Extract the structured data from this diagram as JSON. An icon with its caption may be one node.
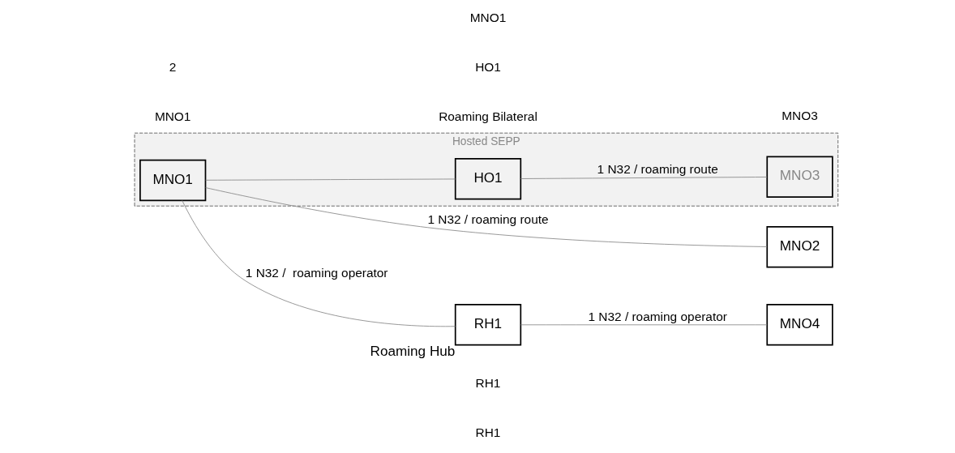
{
  "diagram": {
    "nodes": [
      {
        "text": [
          "MNO2"
        ]
      },
      {
        "text": [
          "Hosted SEPP"
        ]
      },
      {
        "text": [
          "MNO1"
        ],
        "in": 1
      },
      {
        "text": [
          "HO1"
        ],
        "in": 1
      },
      {
        "text": [
          "MNO3"
        ],
        "in": 1
      },
      {
        "text": [
          "RH1"
        ],
        "beside": [
          "Roaming Hub"
        ]
      },
      {
        "text": [
          "MNO4"
        ]
      }
    ],
    "edges": [
      {
        "from": 2,
        "to": 0,
        "arrow": "none",
        "label": "1 N32 / roaming route"
      },
      {
        "from": 2,
        "to": 3,
        "arrow": "none"
      },
      {
        "from": 3,
        "to": 4,
        "arrow": "none",
        "label": "1 N32 / roaming route"
      },
      {
        "from": 2,
        "to": 5,
        "arrow": "none",
        "label": "1 N32 /  roaming operator"
      },
      {
        "from": 5,
        "to": 6,
        "arrow": "none",
        "label": "1 N32 / roaming operator"
      }
    ],
    "labels": [
      "Roaming Bilateral",
      "MNO1",
      "HO1",
      "MNO1",
      "MNO3",
      "RH1",
      "RH1",
      "2"
    ]
  }
}
